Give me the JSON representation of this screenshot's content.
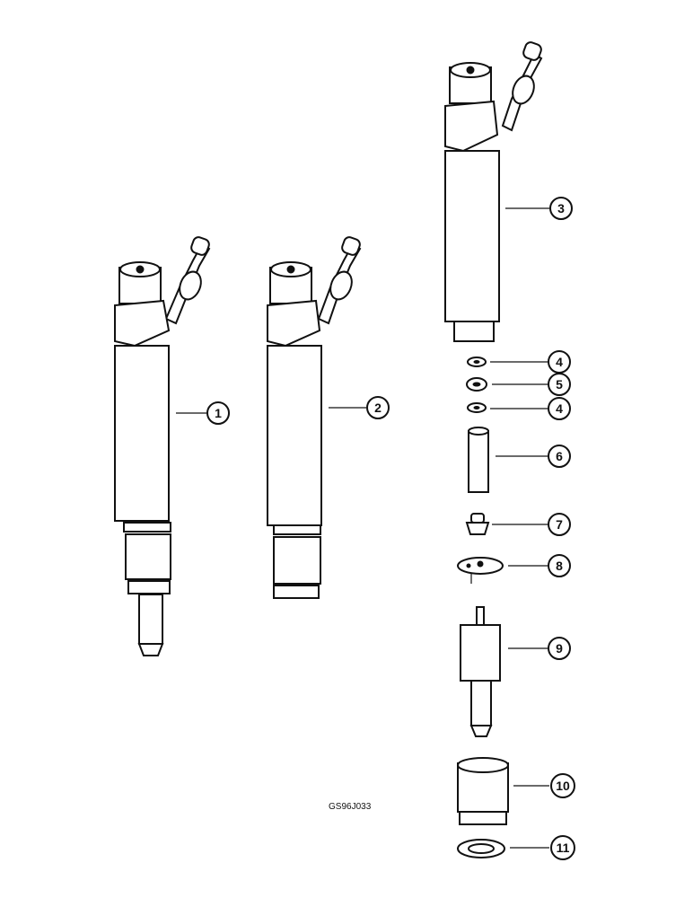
{
  "figure_code": "GS96J033",
  "callouts": [
    "1",
    "2",
    "3",
    "4",
    "5",
    "4",
    "6",
    "7",
    "8",
    "9",
    "10",
    "11"
  ],
  "colors": {
    "ink": "#111111",
    "paper": "#ffffff"
  }
}
